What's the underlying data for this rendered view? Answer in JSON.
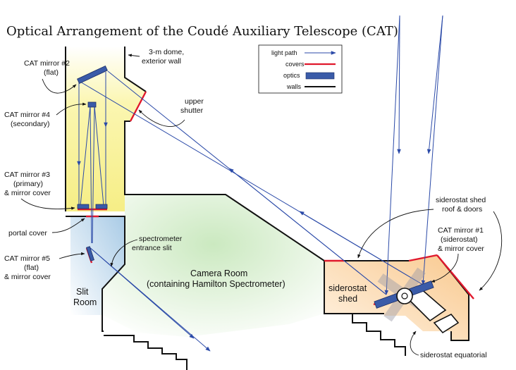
{
  "title": "Optical Arrangement of the Coudé Auxiliary Telescope (CAT)",
  "legend": {
    "items": [
      {
        "label": "light path",
        "kind": "arrow",
        "color": "#2b4aa8"
      },
      {
        "label": "covers",
        "kind": "line",
        "color": "#e0182c"
      },
      {
        "label": "optics",
        "kind": "box",
        "color": "#3a5ba8"
      },
      {
        "label": "walls",
        "kind": "line",
        "color": "#111111"
      }
    ]
  },
  "labels": {
    "mirror2": [
      "CAT mirror #2",
      "(flat)"
    ],
    "dome": [
      "3-m dome,",
      "exterior wall"
    ],
    "upper_shutter": [
      "upper",
      "shutter"
    ],
    "mirror4": [
      "CAT mirror #4",
      "(secondary)"
    ],
    "mirror3": [
      "CAT mirror #3",
      "(primary)",
      "& mirror cover"
    ],
    "portal_cover": [
      "portal cover"
    ],
    "spectrometer_slit": [
      "spectrometer",
      "entrance slit"
    ],
    "mirror5": [
      "CAT mirror #5",
      "(flat)",
      "& mirror cover"
    ],
    "slit_room": [
      "Slit",
      "Room"
    ],
    "camera_room": [
      "Camera Room",
      "(containing Hamilton Spectrometer)"
    ],
    "siderostat_shed_doors": [
      "siderostat shed",
      "roof & doors"
    ],
    "mirror1": [
      "CAT mirror #1",
      "(siderostat)",
      "& mirror cover"
    ],
    "siderostat_shed": [
      "siderostat",
      "shed"
    ],
    "siderostat_equatorial": [
      "siderostat equatorial"
    ]
  },
  "colors": {
    "dome_fill": "#fbf6b0",
    "slit_room_fill": "#cfe3f2",
    "camera_room_fill": "#d7efcf",
    "shed_fill": "#fbe2c4",
    "light_path": "#2b4aa8",
    "cover": "#e0182c",
    "optics": "#3a5ba8"
  }
}
